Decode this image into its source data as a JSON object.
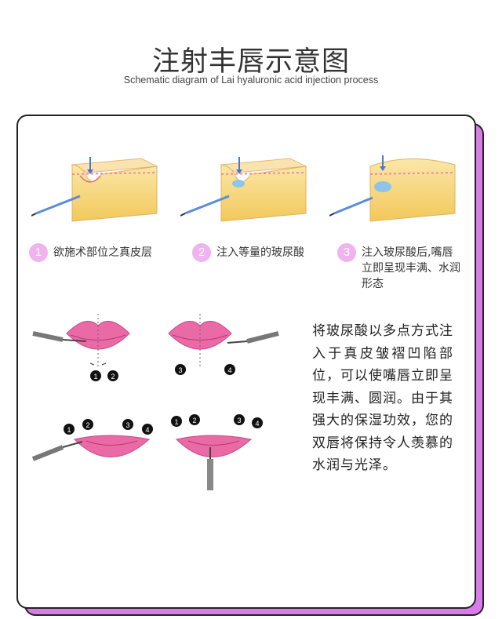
{
  "header": {
    "title": "注射丰唇示意图",
    "subtitle": "Schematic diagram of Lai hyaluronic acid injection process"
  },
  "steps": [
    {
      "num": "1",
      "label": "欲施术部位之真皮层"
    },
    {
      "num": "2",
      "label": "注入等量的玻尿酸"
    },
    {
      "num": "3",
      "label": "注入玻尿酸后,嘴唇立即呈现丰满、水润形态"
    }
  ],
  "lip_markers": {
    "top_left": [
      "1",
      "2"
    ],
    "top_right": [
      "3",
      "4"
    ],
    "bottom_left": [
      "1",
      "2",
      "3",
      "4"
    ],
    "bottom_right": [
      "1",
      "2",
      "3",
      "4"
    ]
  },
  "description": "将玻尿酸以多点方式注入于真皮皱褶凹陷部位，可以使嘴唇立即呈现丰满、圆润。由于其强大的保湿功效，您的双唇将保持令人羡慕的水润与光泽。",
  "colors": {
    "accent_pink": "#f0b3ef",
    "card_shadow": "#d97be8",
    "lip_pink": "#e8619e",
    "skin_yellow": "#f6d77a"
  }
}
